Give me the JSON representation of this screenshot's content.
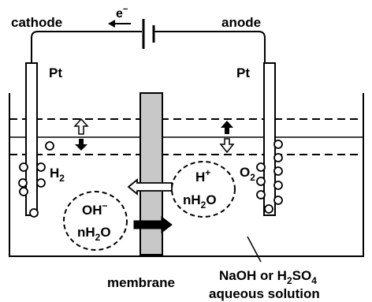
{
  "electron_label": "e",
  "electron_superscript": "−",
  "cathode_label": "cathode",
  "anode_label": "anode",
  "left_electrode_label": "Pt",
  "right_electrode_label": "Pt",
  "h2": {
    "main": "H",
    "sub": "2"
  },
  "o2": {
    "main": "O",
    "sub": "2"
  },
  "proton": {
    "main": "H",
    "sup": "+",
    "hydration_main": "nH",
    "hydration_sub": "2",
    "hydration_end": "O"
  },
  "hydroxide": {
    "main": "OH",
    "sup": "−",
    "hydration_main": "nH",
    "hydration_sub": "2",
    "hydration_end": "O"
  },
  "membrane_label": "membrane",
  "electrolyte": {
    "line1_main": "NaOH or H",
    "line1_sub1": "2",
    "line1_mid": "SO",
    "line1_sub2": "4",
    "line2": "aqueous solution"
  }
}
